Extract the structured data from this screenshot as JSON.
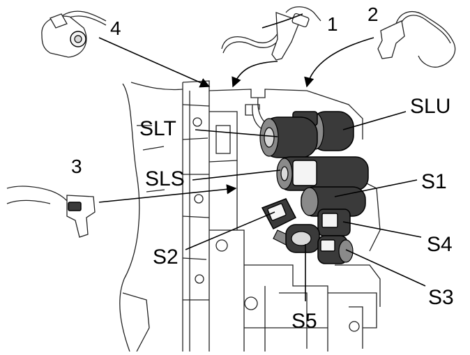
{
  "labels": {
    "slu": "SLU",
    "slt": "SLT",
    "sls": "SLS",
    "s1": "S1",
    "s2": "S2",
    "s3": "S3",
    "s4": "S4",
    "s5": "S5"
  },
  "numbers": {
    "n1": "1",
    "n2": "2",
    "n3": "3",
    "n4": "4"
  },
  "colors": {
    "line": "#000000",
    "solenoid_dark": "#3a3a3a",
    "solenoid_mid": "#8a8a8a",
    "background": "#ffffff"
  }
}
